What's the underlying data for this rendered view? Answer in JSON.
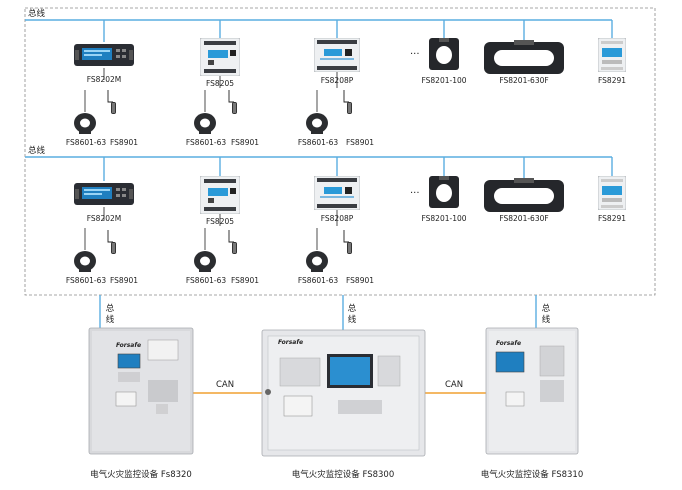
{
  "bus_label": "总线",
  "bus_vertical": [
    "总",
    "线"
  ],
  "can_label": "CAN",
  "row_devices": {
    "module1": "FS8202M",
    "module2": "FS8205",
    "module3": "FS8208P",
    "sensor1": "FS8201-100",
    "sensor2": "FS8201-630F",
    "module4": "FS8291",
    "ct": "FS8601-63",
    "probe": "FS8901"
  },
  "ellipsis": "···",
  "panels": [
    {
      "caption": "电气火灾监控设备  Fs8320"
    },
    {
      "caption": "电气火灾监控设备  FS8300"
    },
    {
      "caption": "电气火灾监控设备  FS8310"
    }
  ],
  "brand": "Forsafe",
  "colors": {
    "bus": "#5aaee0",
    "can": "#f0a030",
    "dash": "#8a8a8a",
    "panel": "#dcdde0"
  }
}
